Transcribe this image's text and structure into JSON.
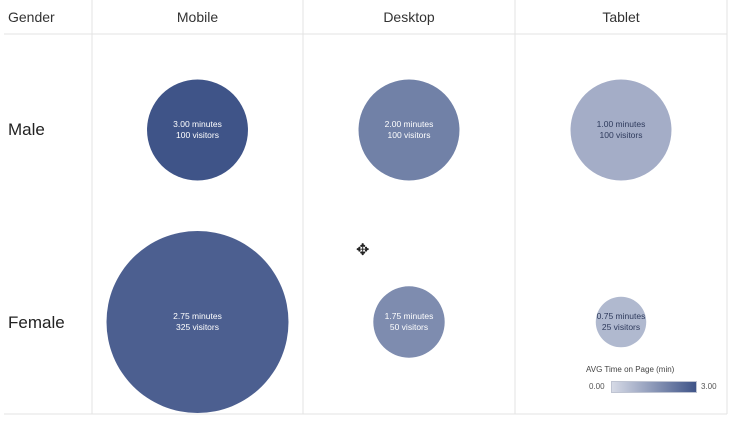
{
  "chart_data": {
    "type": "bubble-grid",
    "row_dimension": "Gender",
    "columns": [
      "Mobile",
      "Desktop",
      "Tablet"
    ],
    "rows": [
      "Male",
      "Female"
    ],
    "cells": [
      {
        "row": "Male",
        "col": "Mobile",
        "line1": "3.00 minutes",
        "line2": "100 visitors",
        "minutes": 3.0,
        "visitors": 100
      },
      {
        "row": "Male",
        "col": "Desktop",
        "line1": "2.00 minutes",
        "line2": "100 visitors",
        "minutes": 2.0,
        "visitors": 100
      },
      {
        "row": "Male",
        "col": "Tablet",
        "line1": "1.00 minutes",
        "line2": "100 visitors",
        "minutes": 1.0,
        "visitors": 100
      },
      {
        "row": "Female",
        "col": "Mobile",
        "line1": "2.75 minutes",
        "line2": "325 visitors",
        "minutes": 2.75,
        "visitors": 325
      },
      {
        "row": "Female",
        "col": "Desktop",
        "line1": "1.75 minutes",
        "line2": "50 visitors",
        "minutes": 1.75,
        "visitors": 50
      },
      {
        "row": "Female",
        "col": "Tablet",
        "line1": "0.75 minutes",
        "line2": "25 visitors",
        "minutes": 0.75,
        "visitors": 25
      }
    ],
    "legend": {
      "title": "AVG Time on Page (min)",
      "min_label": "0.00",
      "max_label": "3.00",
      "min": 0,
      "max": 3
    },
    "colors": {
      "low": "#d6dae6",
      "high": "#3f5488",
      "grid": "#e3e3e3"
    }
  }
}
